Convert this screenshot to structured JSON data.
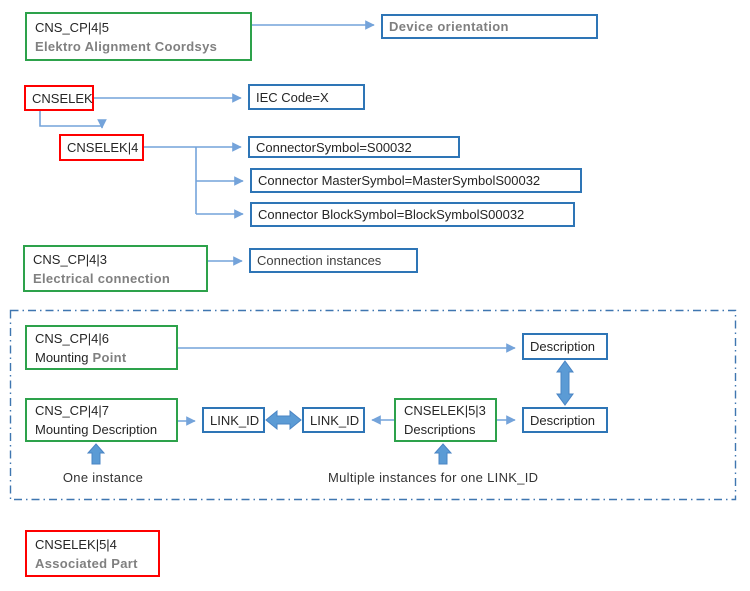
{
  "colors": {
    "green_border": "#2da24b",
    "red_border": "#fe0000",
    "blue_border": "#2e75b6",
    "connector_line": "#74a3da",
    "thick_arrow": "#5b9bd5",
    "dashed_border": "#3f76b0",
    "gray_text": "#808080",
    "black_text": "#262626"
  },
  "nodes": {
    "cns_cp_4_5": {
      "line1": "CNS_CP|4|5",
      "line2": "Elektro Alignment Coordsys"
    },
    "device_orientation": {
      "label": "Device orientation"
    },
    "cnselek": {
      "label": "CNSELEK"
    },
    "iec_code": {
      "label": "IEC Code=X"
    },
    "cnselek_4": {
      "label": "CNSELEK|4"
    },
    "connector_symbol": {
      "label": "ConnectorSymbol=S00032"
    },
    "connector_master_symbol": {
      "label": "Connector MasterSymbol=MasterSymbolS00032"
    },
    "connector_block_symbol": {
      "label": "Connector BlockSymbol=BlockSymbolS00032"
    },
    "cns_cp_4_3": {
      "line1": "CNS_CP|4|3",
      "line2": "Electrical connection"
    },
    "connection_instances": {
      "label": "Connection instances"
    },
    "cns_cp_4_6": {
      "line1": "CNS_CP|4|6",
      "line2a": "Mounting",
      "line2b": "Point"
    },
    "description_top": {
      "label": "Description"
    },
    "cns_cp_4_7": {
      "line1": "CNS_CP|4|7",
      "line2": "Mounting Description"
    },
    "link_id_left": {
      "label": "LINK_ID"
    },
    "link_id_right": {
      "label": "LINK_ID"
    },
    "cnselek_5_3": {
      "line1": "CNSELEK|5|3",
      "line2": "Descriptions"
    },
    "description_bottom": {
      "label": "Description"
    },
    "cnselek_5_4": {
      "line1": "CNSELEK|5|4",
      "line2": "Associated Part"
    }
  },
  "captions": {
    "one_instance": "One instance",
    "multiple_instances": "Multiple instances for one LINK_ID"
  }
}
